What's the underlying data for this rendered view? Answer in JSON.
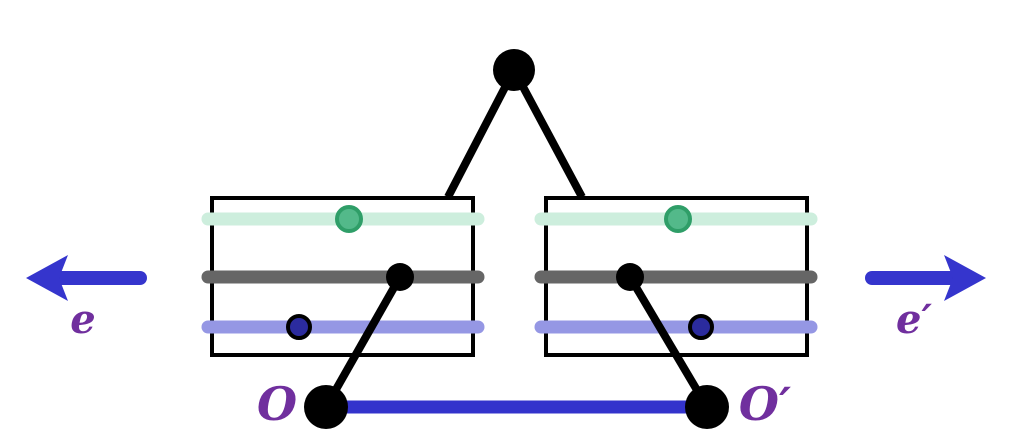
{
  "labels": {
    "e": "e",
    "e_prime": "e′",
    "O": "O",
    "O_prime": "O′"
  },
  "colors": {
    "black": "#000000",
    "arrow_blue": "#3535cd",
    "segment_blue": "#3333cc",
    "label_purple": "#702f9e",
    "mint_line": "#cdeedd",
    "green_dot": "#53b98a",
    "green_dot_border": "#2f9e68",
    "gray_line": "#666666",
    "periwinkle_line": "#9597e4",
    "navy_dot": "#2b2b9e",
    "box_background": "#ffffff"
  }
}
